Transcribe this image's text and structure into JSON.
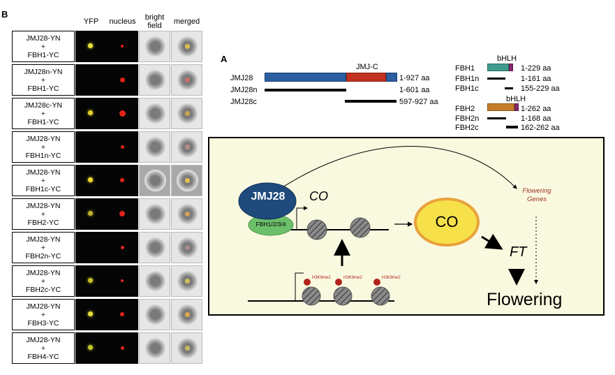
{
  "panel_b": {
    "letter": "B",
    "headers": [
      "YFP",
      "nucleus",
      "bright\nfield",
      "merged"
    ],
    "rows": [
      {
        "line1": "JMJ28-YN",
        "plus": "+",
        "line2": "FBH1-YC"
      },
      {
        "line1": "JMJ28n-YN",
        "plus": "+",
        "line2": "FBH1-YC"
      },
      {
        "line1": "JMJ28c-YN",
        "plus": "+",
        "line2": "FBH1-YC"
      },
      {
        "line1": "JMJ28-YN",
        "plus": "+",
        "line2": "FBH1n-YC"
      },
      {
        "line1": "JMJ28-YN",
        "plus": "+",
        "line2": "FBH1c-YC"
      },
      {
        "line1": "JMJ28-YN",
        "plus": "+",
        "line2": "FBH2-YC"
      },
      {
        "line1": "JMJ28-YN",
        "plus": "+",
        "line2": "FBH2n-YC"
      },
      {
        "line1": "JMJ28-YN",
        "plus": "+",
        "line2": "FBH2c-YC"
      },
      {
        "line1": "JMJ28-YN",
        "plus": "+",
        "line2": "FBH3-YC"
      },
      {
        "line1": "JMJ28-YN",
        "plus": "+",
        "line2": "FBH4-YC"
      }
    ]
  },
  "panel_a": {
    "letter": "A",
    "domain_jmjc": "JMJ-C",
    "jmj": [
      {
        "name": "JMJ28",
        "range": "1-927 aa"
      },
      {
        "name": "JMJ28n",
        "range": "1-601 aa"
      },
      {
        "name": "JMJ28c",
        "range": "597-927 aa"
      }
    ],
    "bhlh_label": "bHLH",
    "fbh1": [
      {
        "name": "FBH1",
        "range": "1-229 aa"
      },
      {
        "name": "FBH1n",
        "range": "1-161 aa"
      },
      {
        "name": "FBH1c",
        "range": "155-229 aa"
      }
    ],
    "fbh2": [
      {
        "name": "FBH2",
        "range": "1-262 aa"
      },
      {
        "name": "FBH2n",
        "range": "1-168 aa"
      },
      {
        "name": "FBH2c",
        "range": "162-262 aa"
      }
    ],
    "colors": {
      "jmj_blue": "#2b5fa0",
      "jmjc_red": "#c2311f",
      "fbh1_teal": "#3f9a8c",
      "fbh2_orange": "#c47d2a",
      "bhlh_purple": "#8a2a6e"
    }
  },
  "model": {
    "jmj28": "JMJ28",
    "fbh": "FBH1/2/3/4",
    "co_gene": "CO",
    "co_protein": "CO",
    "ft": "FT",
    "flowering_genes_1": "Flowering",
    "flowering_genes_2": "Genes",
    "flowering": "Flowering",
    "h3k9me2": "H3K9me2",
    "colors": {
      "background": "#f9f9e0",
      "jmj28_fill": "#1e4a7c",
      "fbh_fill": "#6cc06a",
      "co_fill": "#f7e14a",
      "co_ring": "#e9a23b",
      "nucleosome": "#888888",
      "methyl": "#b2241c",
      "flowering_genes": "#a03020"
    }
  }
}
